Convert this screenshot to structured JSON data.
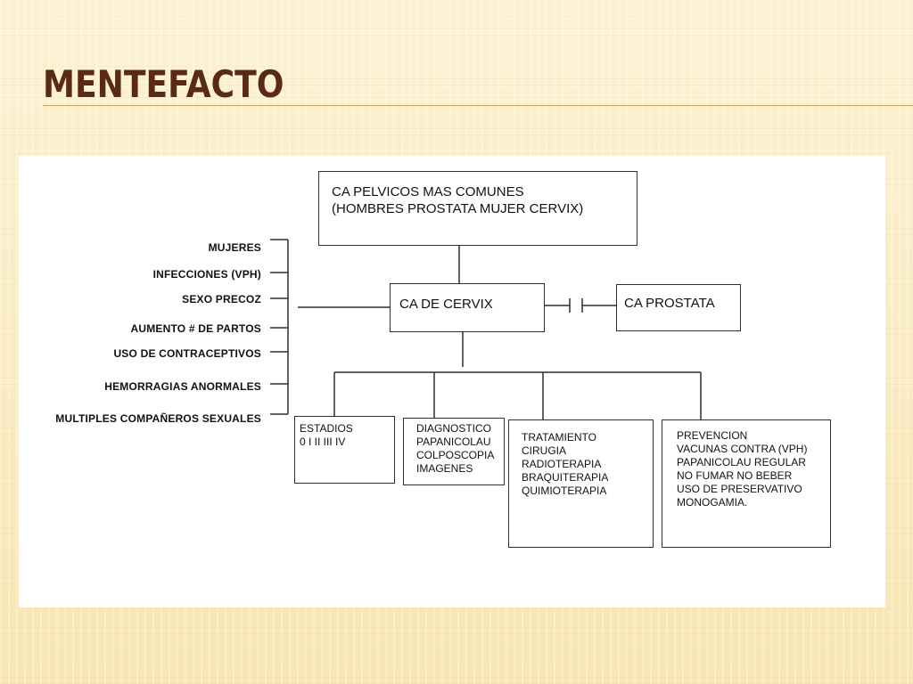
{
  "slide": {
    "title": "MENTEFACTO"
  },
  "diagram": {
    "top_box": "CA PELVICOS MAS COMUNES\n(HOMBRES PROSTATA MUJER CERVIX)",
    "central_box": "CA DE CERVIX",
    "exclusion_box": "CA PROSTATA",
    "risk_factors": [
      "MUJERES",
      "INFECCIONES (VPH)",
      "SEXO PRECOZ",
      "AUMENTO # DE PARTOS",
      "USO DE CONTRACEPTIVOS",
      "HEMORRAGIAS ANORMALES",
      "MULTIPLES COMPAÑEROS SEXUALES"
    ],
    "sub_boxes": {
      "estadios": "ESTADIOS\n0   I  II III IV",
      "diagnostico": "DIAGNOSTICO\nPAPANICOLAU\nCOLPOSCOPIA\nIMAGENES",
      "tratamiento": "TRATAMIENTO\nCIRUGIA\nRADIOTERAPIA\nBRAQUITERAPIA\nQUIMIOTERAPIA",
      "prevencion": "PREVENCION\nVACUNAS CONTRA (VPH)\nPAPANICOLAU REGULAR\nNO FUMAR NO BEBER\nUSO DE PRESERVATIVO\nMONOGAMIA."
    }
  }
}
